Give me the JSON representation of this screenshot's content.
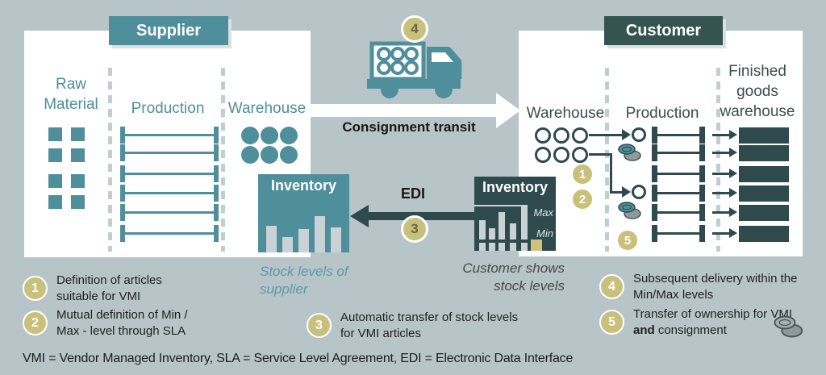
{
  "colors": {
    "background": "#b7c5c9",
    "teal": "#4f8e9b",
    "dark_teal": "#2e4a4d",
    "header_dark": "#355351",
    "gold_badge": "#c9c07c",
    "gold_bar": "#cfc27d"
  },
  "supplier": {
    "title": "Supplier",
    "columns": [
      "Raw Material",
      "Production",
      "Warehouse"
    ]
  },
  "customer": {
    "title": "Customer",
    "columns": [
      "Warehouse",
      "Production",
      "Finished goods warehouse"
    ]
  },
  "transit": {
    "badge": "4",
    "label": "Consignment transit"
  },
  "edi": {
    "badge": "3",
    "label": "EDI"
  },
  "supplier_inventory": {
    "title": "Inventory",
    "caption_lines": [
      "Stock levels of",
      "supplier"
    ]
  },
  "customer_inventory": {
    "title": "Inventory",
    "max_label": "Max",
    "min_label": "Min",
    "caption_lines": [
      "Customer shows",
      "stock levels"
    ]
  },
  "customer_steps": {
    "s1": "1",
    "s2": "2",
    "s5": "5"
  },
  "annotations": [
    {
      "num": "1",
      "lines": [
        "Definition of articles",
        "suitable for VMI"
      ]
    },
    {
      "num": "2",
      "lines": [
        "Mutual definition of Min /",
        "Max - level through SLA"
      ]
    },
    {
      "num": "3",
      "lines": [
        "Automatic transfer of stock levels",
        "for VMI articles"
      ]
    },
    {
      "num": "4",
      "lines": [
        "Subsequent delivery within the",
        "Min/Max levels"
      ]
    },
    {
      "num": "5",
      "line1": "Transfer of ownership for VMI",
      "line2_bold": "and",
      "line2_rest": "  consignment"
    }
  ],
  "footer": "VMI = Vendor Managed Inventory, SLA = Service Level Agreement, EDI = Electronic Data Interface",
  "icons": {
    "truck": "truck-icon",
    "coins": "coins-icon",
    "flow_arrow": "consignment-arrow",
    "edi_arrow": "edi-arrow"
  }
}
